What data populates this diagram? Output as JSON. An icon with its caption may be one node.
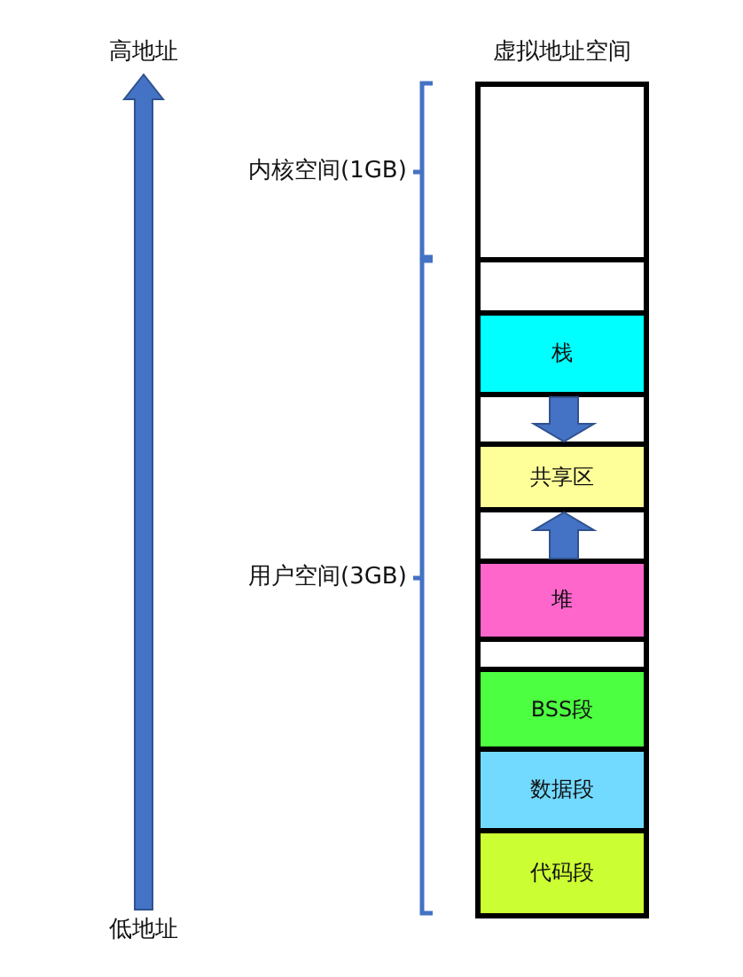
{
  "diagram": {
    "nodes": [
      {
        "text": [
          "虚拟地址空间"
        ]
      },
      {
        "text": [],
        "shape": "box",
        "in": 0
      },
      {
        "text": [
          "栈"
        ],
        "in": 0
      },
      {
        "text": [
          "共享区"
        ],
        "in": 0
      },
      {
        "text": [
          "堆"
        ],
        "in": 0
      },
      {
        "text": [
          "BSS段"
        ],
        "in": 0
      },
      {
        "text": [
          "数据段"
        ],
        "in": 0
      },
      {
        "text": [
          "代码段"
        ],
        "in": 0
      }
    ],
    "edges": [
      {
        "from": 2,
        "to": 3,
        "arrow": "to",
        "style": "thick"
      },
      {
        "from": 4,
        "to": 3,
        "arrow": "to",
        "style": "thick"
      }
    ],
    "labels": [
      "高地址",
      "内核空间(1GB)",
      "用户空间(3GB)",
      "低地址"
    ]
  }
}
